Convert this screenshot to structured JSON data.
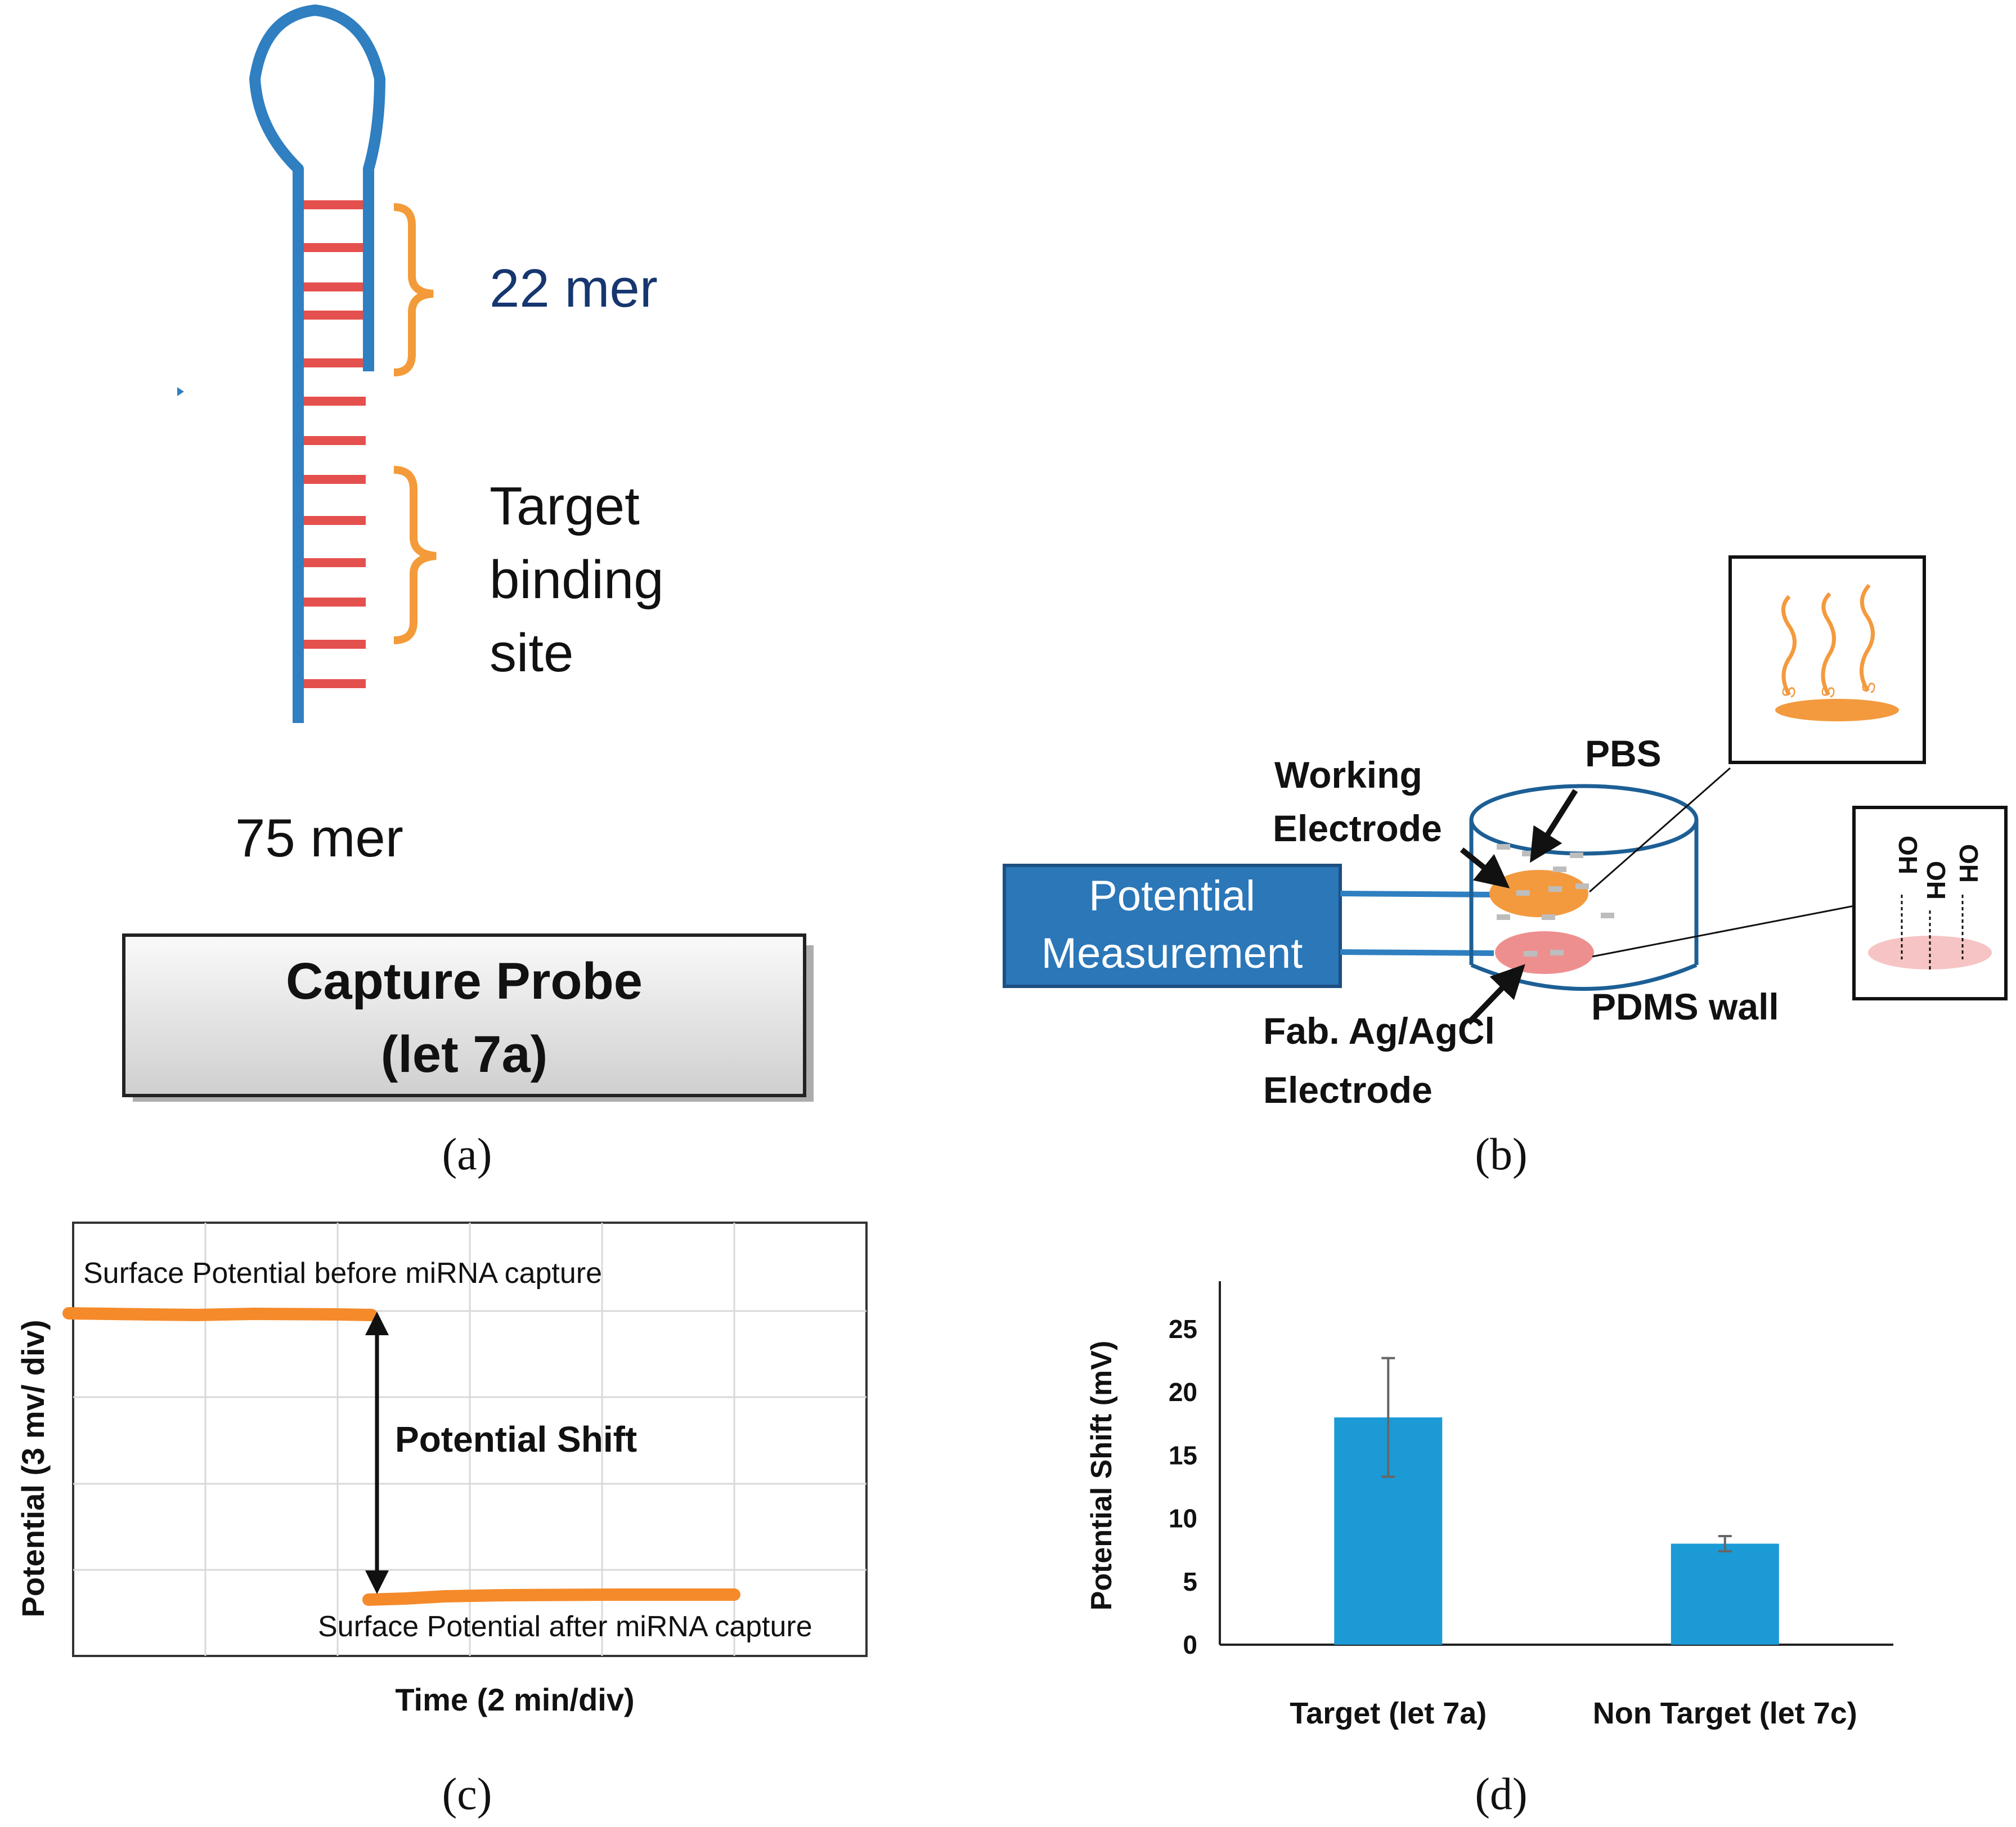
{
  "panel_a": {
    "label_22mer": "22 mer",
    "label_target": [
      "Target",
      "binding",
      "site"
    ],
    "label_75mer": "75 mer",
    "probe_box": [
      "Capture Probe",
      "(let 7a)"
    ],
    "caption": "(a)",
    "colors": {
      "strand": "#2f7fc1",
      "rung": "#e4504d",
      "bracket": "#f39b3a",
      "mer_text": "#16366f"
    }
  },
  "panel_b": {
    "measurement_box": [
      "Potential",
      "Measurement"
    ],
    "label_working": [
      "Working",
      "Electrode"
    ],
    "label_pbs": "PBS",
    "label_pdms": "PDMS wall",
    "label_ref": [
      "Fab. Ag/AgCl",
      "Electrode"
    ],
    "inset_top_labels": [
      "S",
      "S",
      "S"
    ],
    "inset_bottom_labels": [
      "OH",
      "OH",
      "OH"
    ],
    "caption": "(b)",
    "colors": {
      "box_fill": "#2b77b8",
      "working": "#f39a3f",
      "reference": "#ee8f8f",
      "inset_orange": "#f39a3f",
      "inset_pink": "#f6c4c4"
    }
  },
  "panel_c": {
    "label_before": "Surface Potential before miRNA capture",
    "label_shift": "Potential Shift",
    "label_after": "Surface Potential after miRNA capture",
    "xlabel": "Time (2 min/div)",
    "ylabel": "Potential (3 mv/ div)",
    "caption": "(c)",
    "colors": {
      "trace": "#f58a2a",
      "grid": "#d9d9d9"
    }
  },
  "panel_d": {
    "caption": "(d)"
  },
  "chart_data": {
    "type": "bar",
    "categories": [
      "Target (let 7a)",
      "Non Target (let 7c)"
    ],
    "values": [
      18,
      8
    ],
    "errors": [
      4.7,
      0.6
    ],
    "ylabel": "Potential Shift (mV)",
    "xlabel": "",
    "ylim": [
      0,
      25
    ],
    "yticks": [
      "0",
      "5",
      "10",
      "15",
      "20",
      "25"
    ],
    "grid": false,
    "bar_color": "#1b9ad6"
  }
}
